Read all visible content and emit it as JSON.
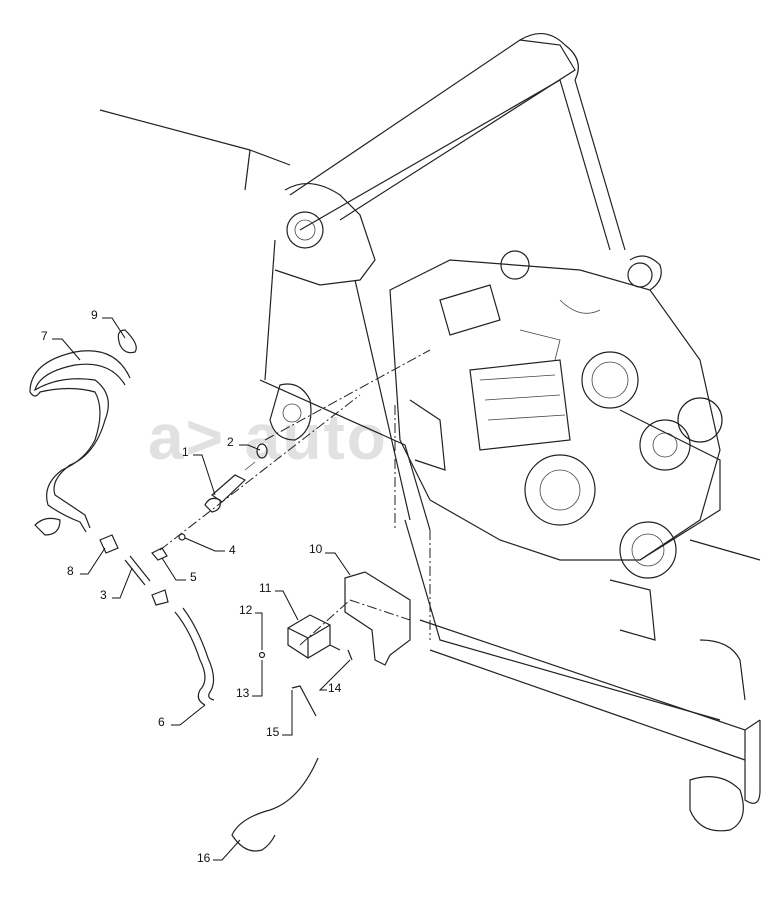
{
  "diagram": {
    "title": "",
    "watermark": "autopiter.ru",
    "callouts": [
      {
        "id": "c1",
        "label": "1"
      },
      {
        "id": "c2",
        "label": "2"
      },
      {
        "id": "c3",
        "label": "3"
      },
      {
        "id": "c4",
        "label": "4"
      },
      {
        "id": "c5",
        "label": "5"
      },
      {
        "id": "c6",
        "label": "6"
      },
      {
        "id": "c7",
        "label": "7"
      },
      {
        "id": "c8",
        "label": "8"
      },
      {
        "id": "c9",
        "label": "9"
      },
      {
        "id": "c10",
        "label": "10"
      },
      {
        "id": "c11",
        "label": "11"
      },
      {
        "id": "c12",
        "label": "12"
      },
      {
        "id": "c13",
        "label": "13"
      },
      {
        "id": "c14",
        "label": "14"
      },
      {
        "id": "c15",
        "label": "15"
      },
      {
        "id": "c16",
        "label": "16"
      }
    ]
  }
}
